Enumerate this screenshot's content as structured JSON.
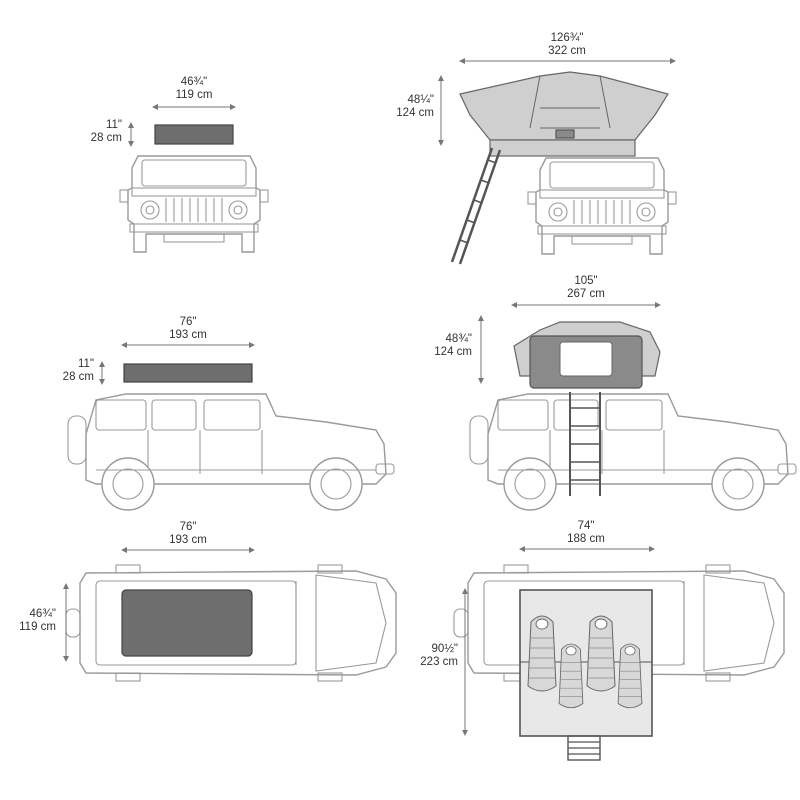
{
  "views": {
    "front_closed": {
      "width_in": "46¾\"",
      "width_cm": "119 cm",
      "height_in": "11\"",
      "height_cm": "28 cm"
    },
    "front_open": {
      "width_in": "126¾\"",
      "width_cm": "322 cm",
      "height_in": "48¼\"",
      "height_cm": "124 cm"
    },
    "side_closed": {
      "width_in": "76\"",
      "width_cm": "193 cm",
      "height_in": "11\"",
      "height_cm": "28 cm"
    },
    "side_open": {
      "width_in": "105\"",
      "width_cm": "267 cm",
      "height_in": "48¾\"",
      "height_cm": "124 cm"
    },
    "top_closed": {
      "width_in": "76\"",
      "width_cm": "193 cm",
      "height_in": "46¾\"",
      "height_cm": "119 cm"
    },
    "top_open": {
      "width_in": "74\"",
      "width_cm": "188 cm",
      "height_in": "90½\"",
      "height_cm": "223 cm"
    }
  },
  "icons": [
    "jeep-front-icon",
    "jeep-side-icon",
    "jeep-top-icon",
    "rooftop-tent-icon",
    "ladder-icon",
    "sleeping-bag-icon"
  ]
}
